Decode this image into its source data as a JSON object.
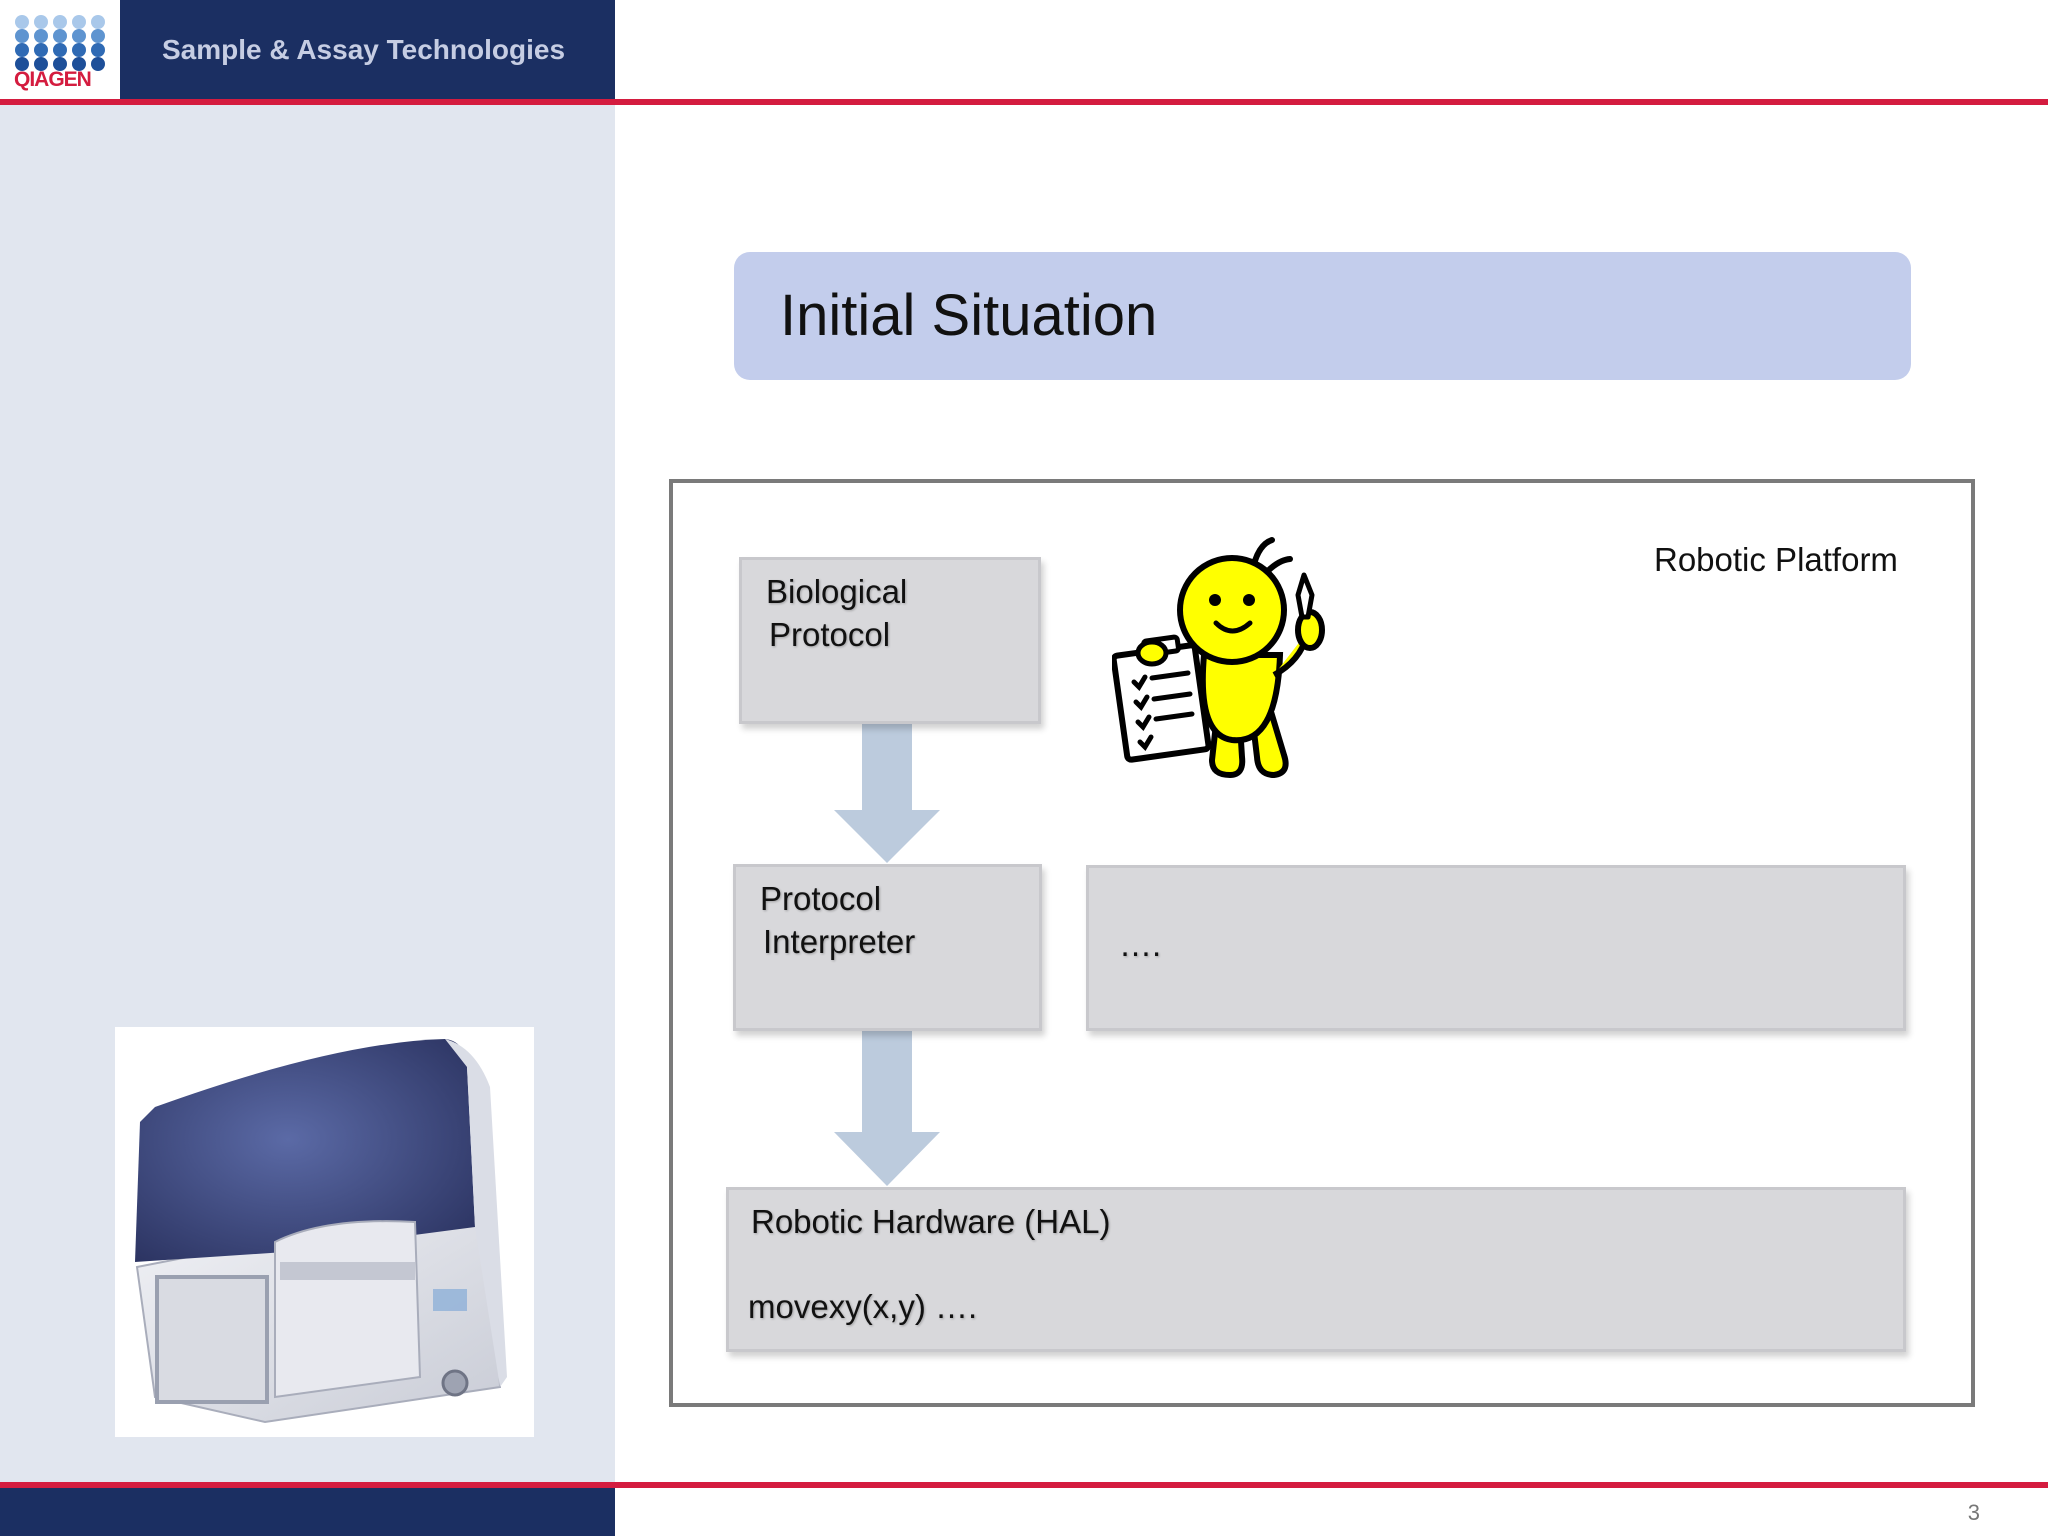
{
  "header": {
    "logo_text": "QIAGEN",
    "title": "Sample & Assay Technologies"
  },
  "slide": {
    "title": "Initial Situation",
    "page_number": "3"
  },
  "diagram": {
    "platform_label": "Robotic Platform",
    "biological_protocol": {
      "line1": "Biological",
      "line2": "Protocol"
    },
    "protocol_interpreter": {
      "line1": "Protocol",
      "line2": "Interpreter"
    },
    "placeholder_box": {
      "text": "…."
    },
    "hardware": {
      "title": "Robotic Hardware (HAL)",
      "command": "movexy(x,y) …."
    }
  },
  "colors": {
    "navy": "#1b2f62",
    "accent_red": "#d41c3f",
    "side_panel": "#e1e6ef",
    "title_banner": "#c3cdec",
    "box_fill": "#d8d8db",
    "arrow_fill": "#bccbdd",
    "character_yellow": "#ffff00"
  },
  "icons": {
    "logo": "qiagen-dot-grid-logo",
    "character": "smiling-figure-with-checklist-and-pencil-icon",
    "instrument": "qiagen-lab-instrument-image"
  }
}
